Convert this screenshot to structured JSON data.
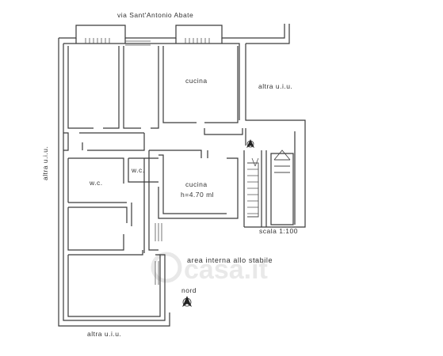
{
  "street_label": "via Sant'Antonio Abate",
  "rooms": {
    "cucina_top": "cucina",
    "cucina_mid": "cucina",
    "cucina_mid_height": "h=4.70 ml",
    "wc_left": "w.c.",
    "wc_small": "w.c."
  },
  "adjacent": {
    "right": "altra u.i.u.",
    "left": "altra u.i.u.",
    "bottom": "altra u.i.u."
  },
  "scale_label": "scala 1:100",
  "courtyard_label": "area interna allo stabile",
  "north_label": "nord",
  "watermark": "casa.it",
  "colors": {
    "line": "#3a3a3a",
    "text": "#333333",
    "background": "#ffffff"
  }
}
